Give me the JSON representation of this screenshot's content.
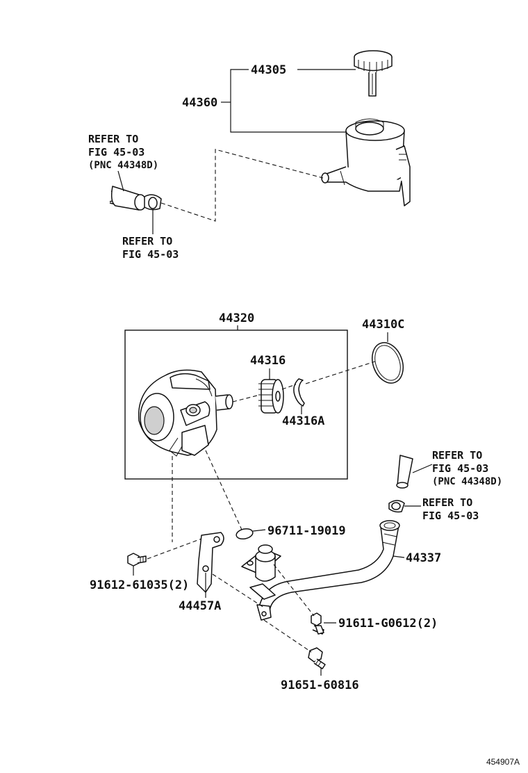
{
  "parts": {
    "p44305": "44305",
    "p44360": "44360",
    "p44320": "44320",
    "p44310C": "44310C",
    "p44316": "44316",
    "p44316A": "44316A",
    "p96711": "96711-19019",
    "p44337": "44337",
    "p91612": "91612-61035(2)",
    "p44457A": "44457A",
    "p91611": "91611-G0612(2)",
    "p91651": "91651-60816"
  },
  "refs": {
    "ref1": {
      "line1": "REFER TO",
      "line2": "FIG 45-03",
      "line3": "(PNC 44348D)"
    },
    "ref2": {
      "line1": "REFER TO",
      "line2": "FIG 45-03"
    },
    "ref3": {
      "line1": "REFER TO",
      "line2": "FIG 45-03",
      "line3": "(PNC 44348D)"
    },
    "ref4": {
      "line1": "REFER TO",
      "line2": "FIG 45-03"
    }
  },
  "footer": {
    "illustration_id": "454907A"
  }
}
